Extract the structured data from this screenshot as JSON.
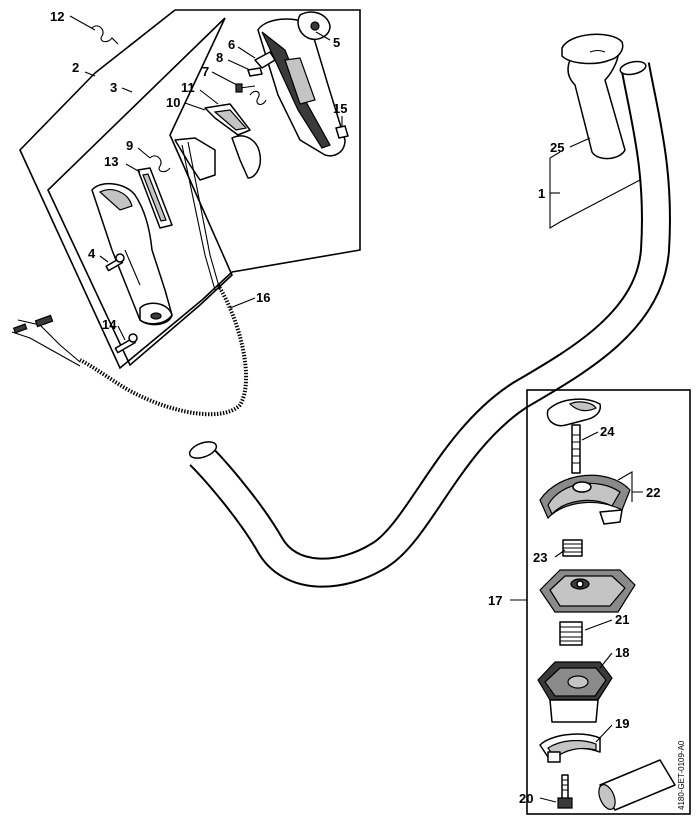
{
  "callouts": {
    "n1": "1",
    "n2": "2",
    "n3": "3",
    "n4": "4",
    "n5": "5",
    "n6": "6",
    "n7": "7",
    "n8": "8",
    "n9": "9",
    "n10": "10",
    "n11": "11",
    "n12": "12",
    "n13": "13",
    "n14": "14",
    "n15": "15",
    "n16": "16",
    "n17": "17",
    "n18": "18",
    "n19": "19",
    "n20": "20",
    "n21": "21",
    "n22": "22",
    "n23": "23",
    "n24": "24",
    "n25": "25"
  },
  "drawing_code": "4180-GET-0109-A0"
}
